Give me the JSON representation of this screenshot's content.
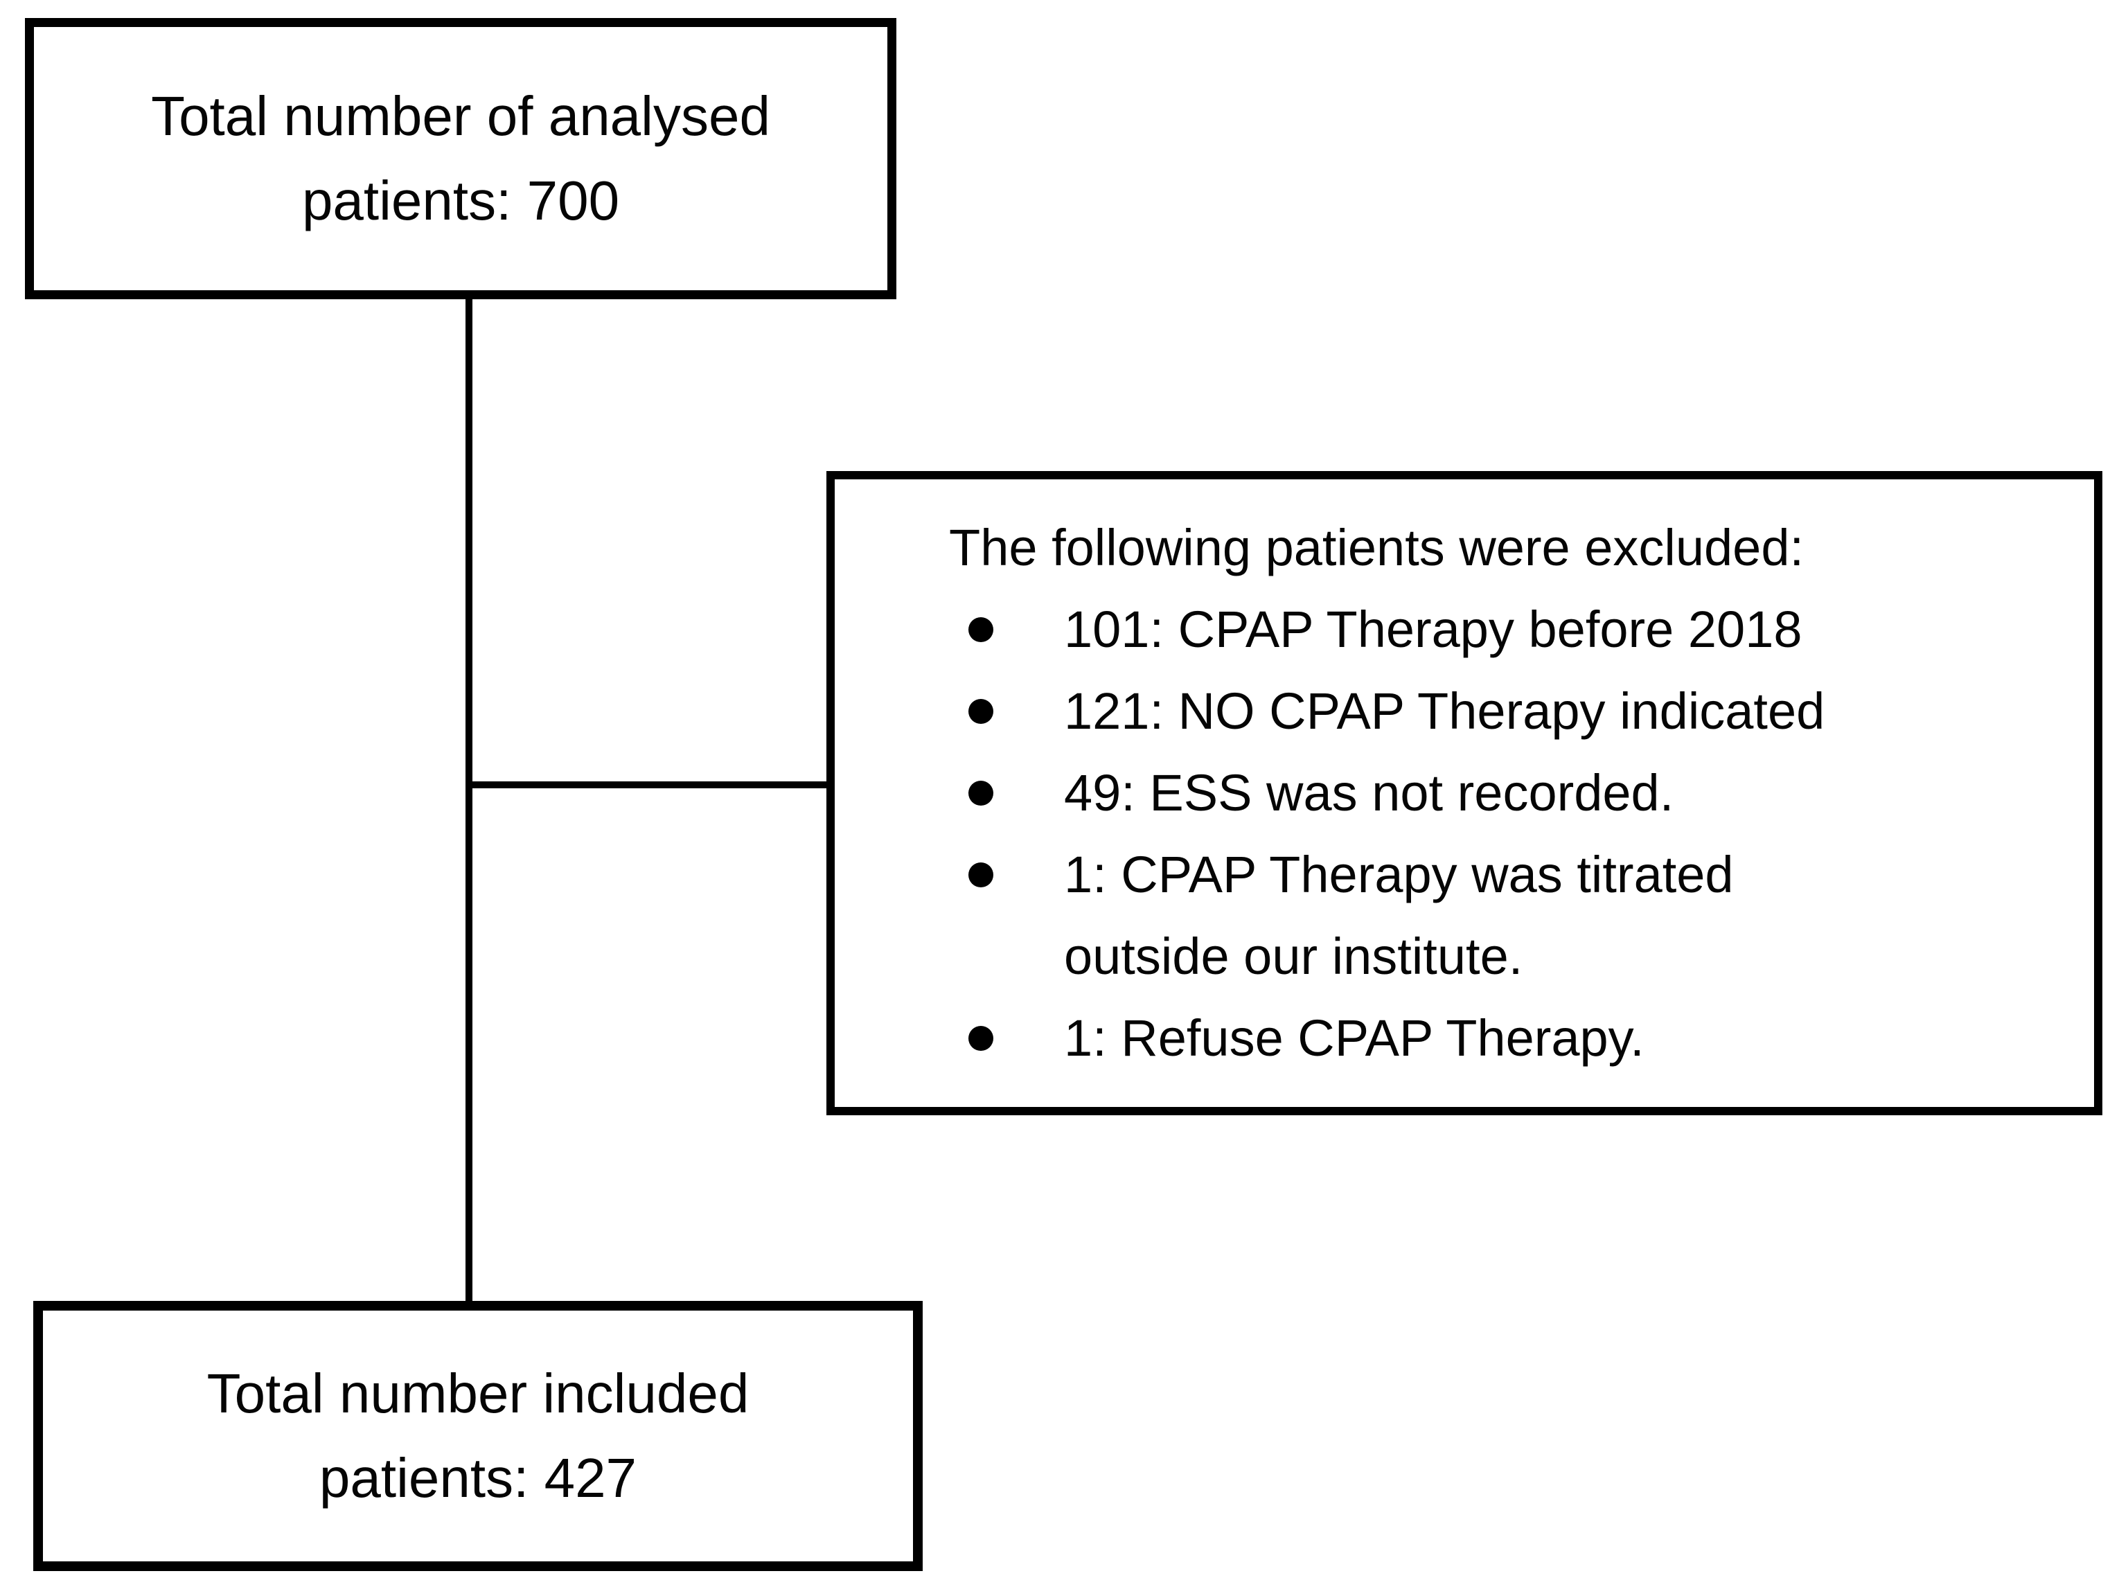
{
  "diagram": {
    "background_color": "#ffffff",
    "line_color": "#000000",
    "top_box": {
      "text": "Total number of analysed\npatients: 700"
    },
    "exclusion_box": {
      "heading": "The following patients were excluded:",
      "items": [
        "101: CPAP Therapy before 2018",
        "121: NO CPAP Therapy indicated",
        "49: ESS was not recorded.",
        "1: CPAP Therapy was titrated\noutside our institute.",
        "1: Refuse CPAP Therapy."
      ],
      "bullet_icon": "filled-circle"
    },
    "bottom_box": {
      "text": "Total number included\npatients: 427"
    }
  }
}
